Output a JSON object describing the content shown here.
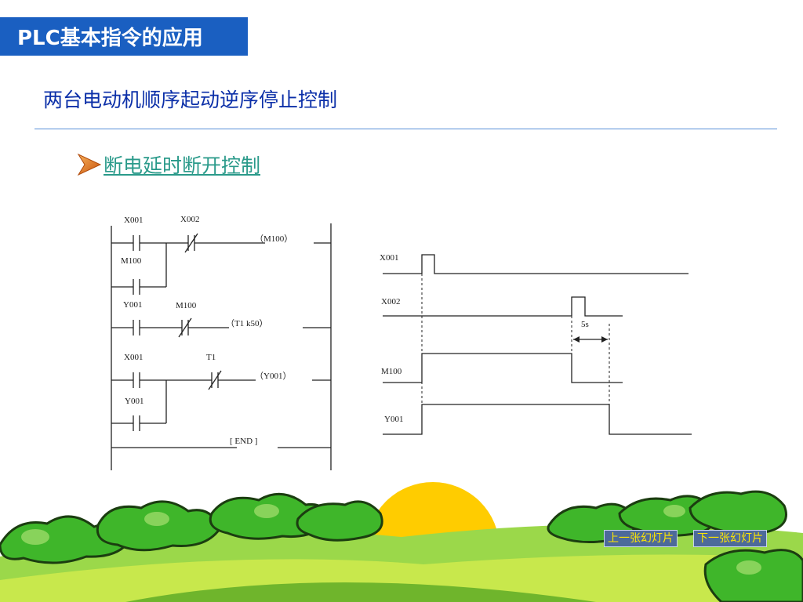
{
  "header": {
    "title": "PLC基本指令的应用"
  },
  "subtitle": "两台电动机顺序起动逆序停止控制",
  "bullet": {
    "text": "断电延时断开控制"
  },
  "ladder": {
    "rung1": {
      "c1": "X001",
      "c2": "X002",
      "c3": "M100",
      "coil": "（M100）"
    },
    "rung2": {
      "c1": "Y001",
      "c2": "M100",
      "coil": "（T1  k50）"
    },
    "rung3": {
      "c1": "X001",
      "c2": "T1",
      "c3": "Y001",
      "coil": "（Y001）"
    },
    "end": "[ END ]"
  },
  "timing": {
    "signals": [
      "X001",
      "X002",
      "M100",
      "Y001"
    ],
    "delay": "5s"
  },
  "nav": {
    "prev": "上一张幻灯片",
    "next": "下一张幻灯片"
  },
  "colors": {
    "title_bg": "#1a5fc1",
    "subtitle": "#0b2fa8",
    "bullet": "#2a9a8a",
    "arrow": "#e07a1f"
  }
}
